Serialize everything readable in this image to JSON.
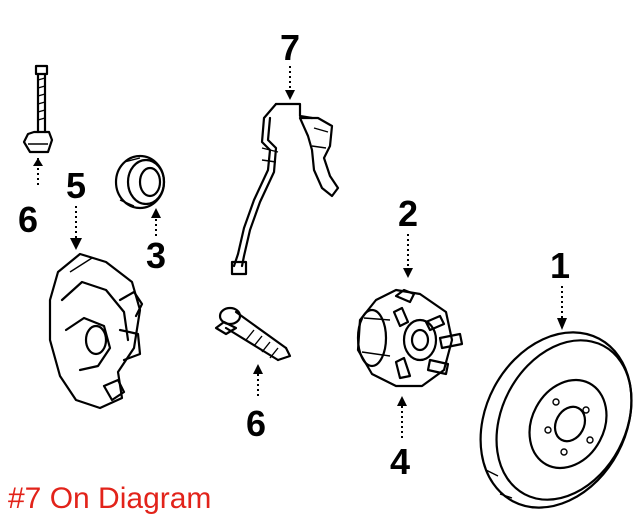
{
  "callouts": {
    "c1": "1",
    "c2": "2",
    "c3": "3",
    "c4": "4",
    "c5": "5",
    "c6a": "6",
    "c6b": "6",
    "c7": "7"
  },
  "caption": "#7 On Diagram",
  "colors": {
    "caption": "#e2231a",
    "ink": "#000000"
  }
}
